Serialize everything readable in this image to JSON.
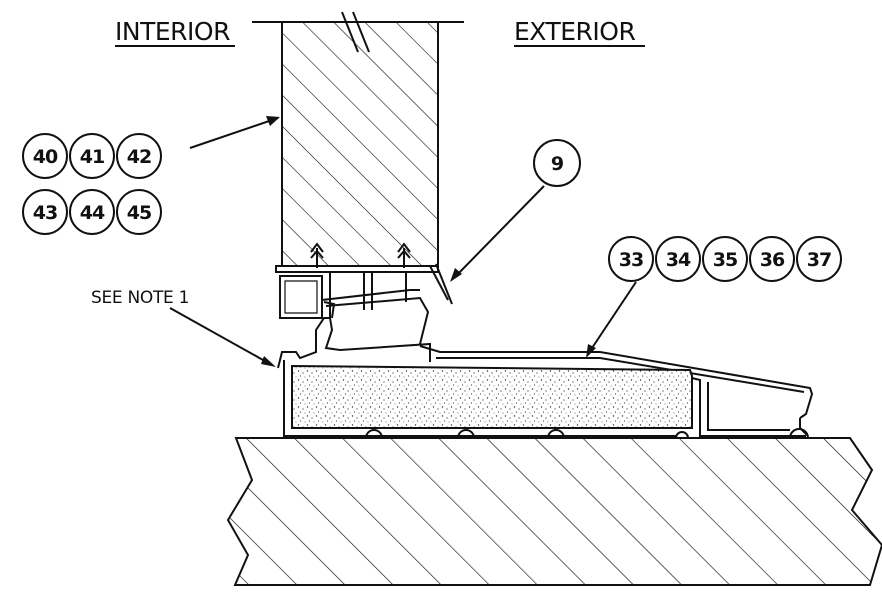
{
  "labels": {
    "interior": "INTERIOR",
    "exterior": "EXTERIOR",
    "note": "SEE NOTE 1"
  },
  "callouts": {
    "glass_group": [
      "40",
      "41",
      "42",
      "43",
      "44",
      "45"
    ],
    "weatherstrip": "9",
    "sill_group": [
      "33",
      "34",
      "35",
      "36",
      "37"
    ]
  },
  "colors": {
    "ink": "#111111",
    "background": "#ffffff"
  }
}
